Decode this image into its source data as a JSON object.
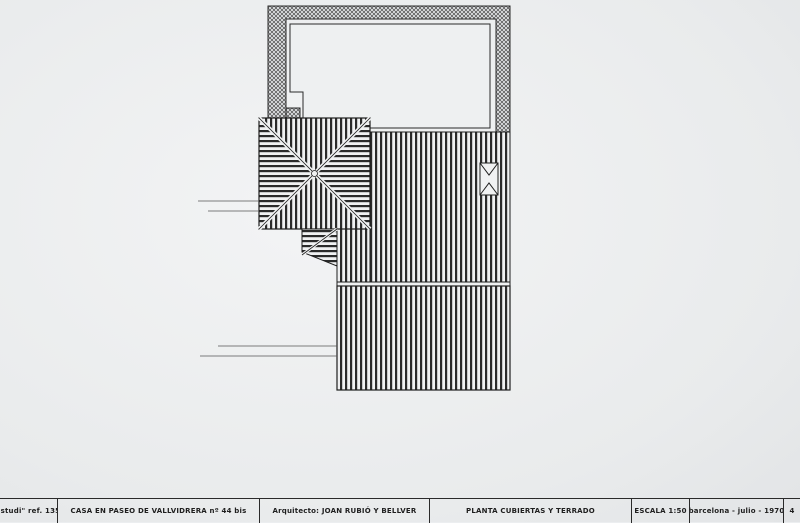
{
  "drawing": {
    "plan_name": "Planta cubiertas y terrado",
    "elements": [
      {
        "name": "terrace-parapet",
        "type": "hatched-border"
      },
      {
        "name": "hip-roof",
        "type": "pyramidal-roof"
      },
      {
        "name": "main-flat-roof",
        "type": "vertical-hatch"
      },
      {
        "name": "skylight",
        "type": "vent"
      },
      {
        "name": "lower-roof",
        "type": "vertical-hatch"
      },
      {
        "name": "small-hip-roof",
        "type": "roof-corner"
      }
    ],
    "colors": {
      "ink": "#1e1e1e",
      "paper": "#eceef0"
    }
  },
  "title_block": {
    "ref": "\"studi\" ref. 135",
    "project": "CASA EN PASEO DE VALLVIDRERA nº 44 bis",
    "architect": "Arquitecto: JOAN RUBIÓ Y BELLVER",
    "sheet_title": "PLANTA CUBIERTAS Y TERRADO",
    "scale": "ESCALA 1:50",
    "place_date": "barcelona - julio - 1970",
    "sheet_no": "4"
  }
}
